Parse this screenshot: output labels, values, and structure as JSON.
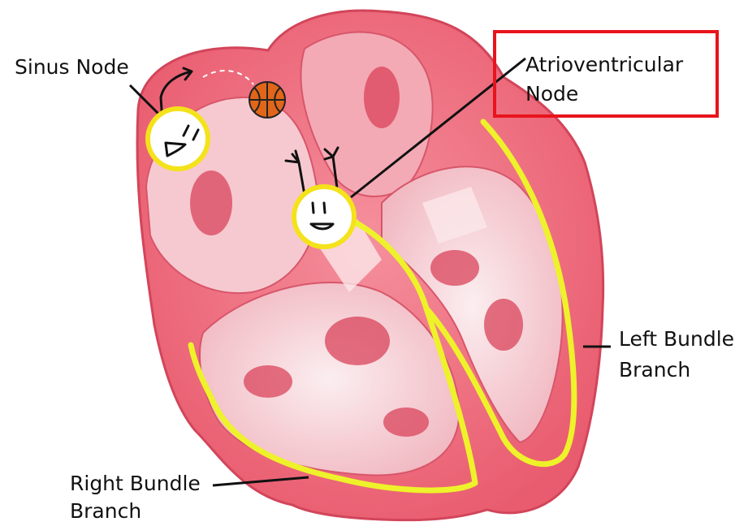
{
  "labels": {
    "sinus_node": "Sinus Node",
    "av_node_line1": "Atrioventricular",
    "av_node_line2": "Node",
    "left_bundle_line1": "Left Bundle",
    "left_bundle_line2": "Branch",
    "right_bundle_line1": "Right Bundle",
    "right_bundle_line2": "Branch"
  },
  "colors": {
    "heart_wall": "#ee6e7d",
    "heart_outline": "#d2455a",
    "chamber_light": "#f7d8dc",
    "conduction_path": "#eef22a",
    "node_face_ring": "#f4e21a",
    "highlight_box": "#e8141c",
    "ball": "#e1661a"
  },
  "icons": {
    "sinus_node": "smiley-face-icon",
    "av_node": "smiley-face-icon",
    "ball": "basketball-icon"
  }
}
